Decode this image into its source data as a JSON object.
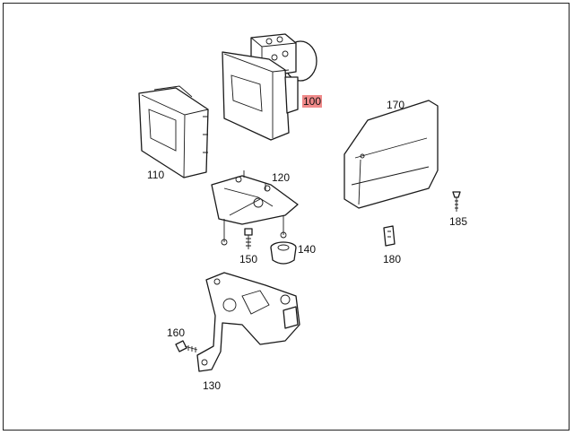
{
  "parts": [
    {
      "id": "100",
      "label": "100",
      "highlighted": true
    },
    {
      "id": "110",
      "label": "110",
      "highlighted": false
    },
    {
      "id": "120",
      "label": "120",
      "highlighted": false
    },
    {
      "id": "130",
      "label": "130",
      "highlighted": false
    },
    {
      "id": "140",
      "label": "140",
      "highlighted": false
    },
    {
      "id": "150",
      "label": "150",
      "highlighted": false
    },
    {
      "id": "160",
      "label": "160",
      "highlighted": false
    },
    {
      "id": "170",
      "label": "170",
      "highlighted": false
    },
    {
      "id": "180",
      "label": "180",
      "highlighted": false
    },
    {
      "id": "185",
      "label": "185",
      "highlighted": false
    }
  ],
  "colors": {
    "highlight": "#f08a8a",
    "line": "#1a1a1a",
    "background": "#ffffff"
  }
}
